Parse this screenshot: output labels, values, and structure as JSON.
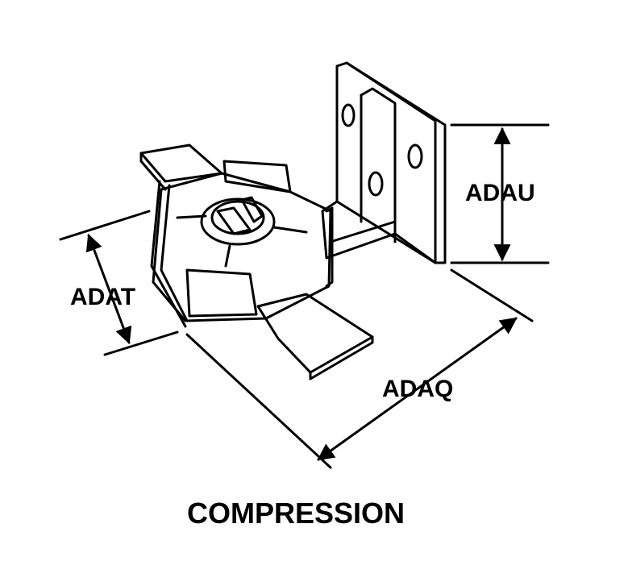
{
  "diagram": {
    "labels": {
      "adau": "ADAU",
      "adat": "ADAT",
      "adaq": "ADAQ"
    },
    "caption": "COMPRESSION"
  },
  "colors": {
    "ink": "#000000",
    "background": "#ffffff"
  }
}
